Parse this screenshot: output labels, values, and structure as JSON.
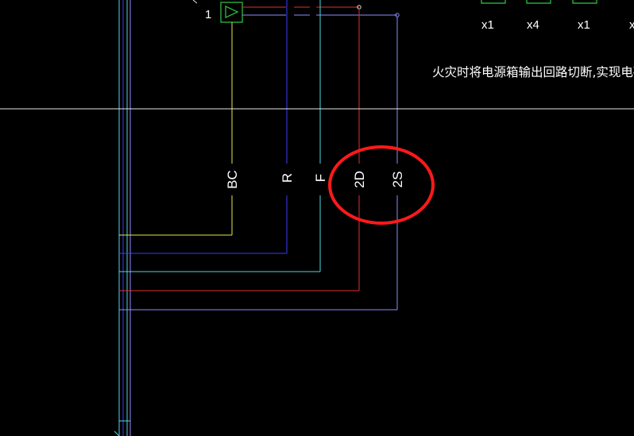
{
  "colors": {
    "background": "#000000",
    "crosshair": "#e6e6e6",
    "cyan": "#4ad9e6",
    "blue": "#3b3bff",
    "light_blue": "#8c8cff",
    "yellow": "#e6e64a",
    "red": "#e03030",
    "green": "#2ecc40",
    "highlight_circle": "#ff1a1a",
    "text": "#ffffff"
  },
  "device": {
    "index_label": "1",
    "icon": "amplifier-triangle-icon"
  },
  "quantities": [
    "x1",
    "x4",
    "x1",
    "x"
  ],
  "note_text": "火灾时将电源箱输出回路切断,实现电磁锁失电开",
  "wire_labels": {
    "bc": "BC",
    "r": "R",
    "f": "F",
    "two_d": "2D",
    "two_s": "2S"
  }
}
